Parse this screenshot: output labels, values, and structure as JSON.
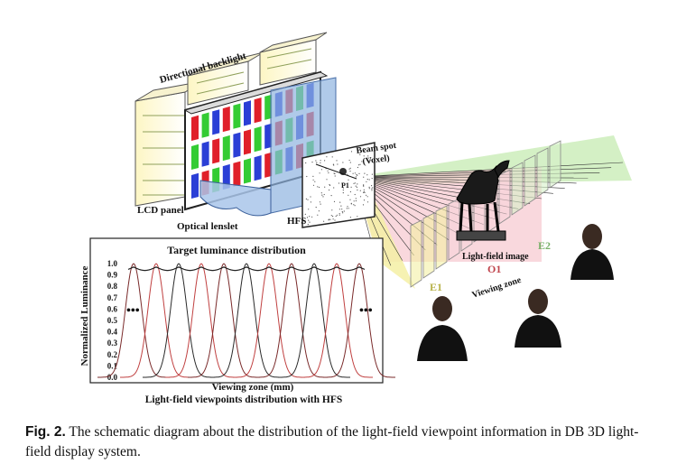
{
  "figure": {
    "labels": {
      "directional_backlight": "Directional backlight",
      "lcd_panel": "LCD panel",
      "optical_lenslet": "Optical lenslet",
      "hfs": "HFS",
      "beam_spot": "Beam spot",
      "voxel": "(Voxel)",
      "p1": "P1",
      "light_field_image": "Light-field image",
      "viewing_zone": "Viewing zone",
      "e1": "E1",
      "e2": "E2",
      "o1": "O1"
    },
    "colors": {
      "red": "#e0202a",
      "green": "#34cc34",
      "blue": "#2b3fd6",
      "hfs_blue": "#8fb3e0",
      "zone_green": "#b9e6a6",
      "zone_pink": "#f2b9c3",
      "zone_yellow": "#f2ee9a"
    }
  },
  "chart": {
    "title": "Target luminance distribution",
    "ylabel": "Normalized Luminance",
    "xlabel": "Viewing zone (mm)",
    "subtitle": "Light-field viewpoints distribution with HFS",
    "ellipsis_left": "•••",
    "ellipsis_right": "•••",
    "yticks": [
      "1.0",
      "0.9",
      "0.8",
      "0.7",
      "0.6",
      "0.5",
      "0.4",
      "0.3",
      "0.2",
      "0.1",
      "0.0"
    ]
  },
  "chart_data": {
    "type": "line",
    "title": "Target luminance distribution",
    "xlabel": "Viewing zone (mm)",
    "ylabel": "Normalized Luminance",
    "ylim": [
      0,
      1.0
    ],
    "peak_count": 11,
    "peak_value": 1.0,
    "envelope_value": 0.97,
    "series_colors": [
      "#7a2a2a",
      "#c04040",
      "#2a2a2a",
      "#c04040",
      "#7a2a2a",
      "#2a2a2a",
      "#c04040",
      "#7a2a2a",
      "#2a2a2a",
      "#c04040",
      "#7a2a2a"
    ]
  },
  "caption": {
    "fig_label": "Fig. 2.",
    "text": " The schematic diagram about the distribution of the light-field viewpoint information in DB 3D light-field display system."
  }
}
